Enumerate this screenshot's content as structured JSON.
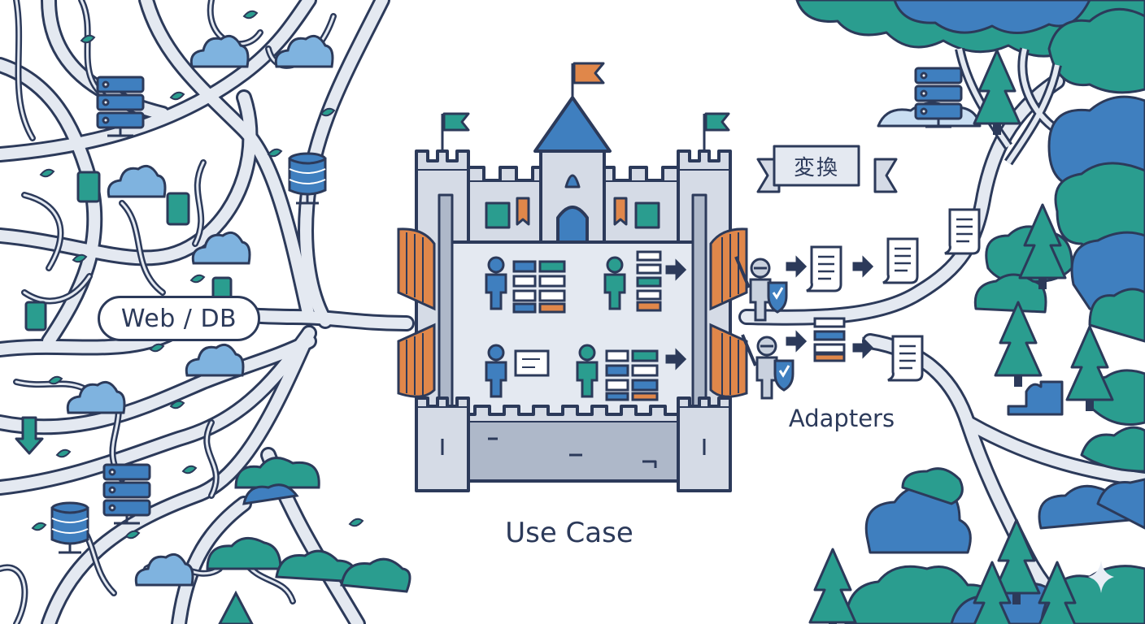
{
  "labels": {
    "left_region": "Web / DB",
    "castle": "Use Case",
    "adapters": "Adapters",
    "banner": "変換"
  },
  "icons": [
    "server-icon",
    "database-icon",
    "cloud-icon",
    "document-icon",
    "castle-icon",
    "flag-icon",
    "gate-icon",
    "person-icon",
    "knight-icon",
    "shield-icon",
    "scroll-icon",
    "arrow-icon",
    "tree-icon",
    "sparkle-icon"
  ],
  "colors": {
    "outline": "#2c3a5a",
    "stone": "#d5dbe6",
    "stone_dark": "#aeb8c9",
    "blue": "#3f7fbf",
    "teal": "#2a9d8f",
    "orange": "#e0874a",
    "path_fill": "#e4e9f1"
  }
}
